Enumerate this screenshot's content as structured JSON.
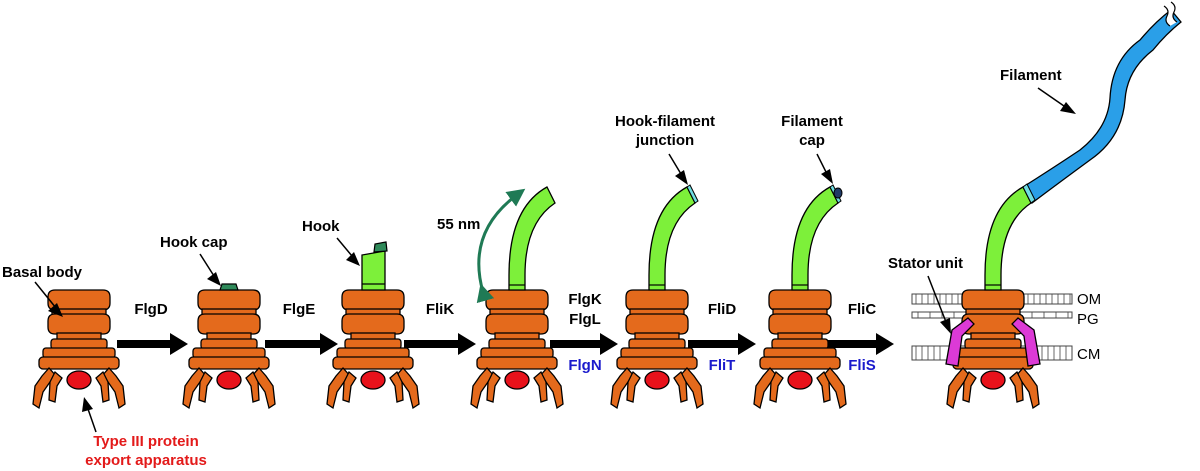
{
  "labels": {
    "basal_body": "Basal body",
    "export_apparatus_line1": "Type III protein",
    "export_apparatus_line2": "export apparatus",
    "hook_cap": "Hook cap",
    "hook": "Hook",
    "length_55nm": "55 nm",
    "hook_filament_junction_line1": "Hook-filament",
    "hook_filament_junction_line2": "junction",
    "filament_cap_line1": "Filament",
    "filament_cap_line2": "cap",
    "stator_unit": "Stator unit",
    "filament": "Filament"
  },
  "steps": {
    "flgd": "FlgD",
    "flge": "FlgE",
    "flik": "FliK",
    "flgk": "FlgK",
    "flgl": "FlgL",
    "flgn": "FlgN",
    "flid": "FliD",
    "flit": "FliT",
    "flic": "FliC",
    "flis": "FliS"
  },
  "membranes": {
    "om": "OM",
    "pg": "PG",
    "cm": "CM"
  },
  "colors": {
    "basal_body": "#e46a1c",
    "export_apparatus": "#e8121b",
    "hook": "#7df03a",
    "hook_cap": "#2f8a5a",
    "junction": "#6fdde2",
    "filament": "#2a9fe8",
    "filament_cap": "#1f3a66",
    "stator": "#dc3ad6",
    "length_arrow": "#1f7a55",
    "chaperone_text": "#1a1acc",
    "export_text": "#e31a1a"
  }
}
